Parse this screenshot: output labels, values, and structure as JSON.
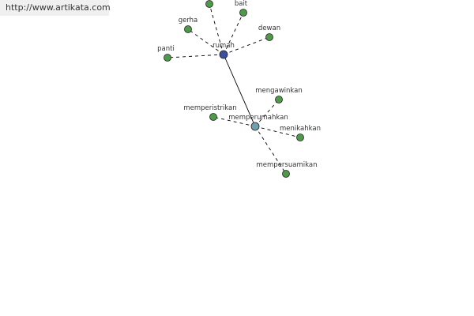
{
  "site": {
    "url": "http://www.artikata.com"
  },
  "graph": {
    "colors": {
      "hub_primary": "#3b4f9e",
      "hub_secondary": "#6fa0ad",
      "leaf": "#4f9a4a",
      "node_stroke": "#222222",
      "edge": "#000000",
      "label": "#333333"
    },
    "nodes": [
      {
        "id": "rumah",
        "label": "rumah",
        "kind": "hub_primary"
      },
      {
        "id": "memperumahkan",
        "label": "memperumahkan",
        "kind": "hub_secondary"
      },
      {
        "id": "top",
        "label": "",
        "kind": "leaf"
      },
      {
        "id": "bait",
        "label": "bait",
        "kind": "leaf"
      },
      {
        "id": "gerha",
        "label": "gerha",
        "kind": "leaf"
      },
      {
        "id": "dewan",
        "label": "dewan",
        "kind": "leaf"
      },
      {
        "id": "panti",
        "label": "panti",
        "kind": "leaf"
      },
      {
        "id": "mengawinkan",
        "label": "mengawinkan",
        "kind": "leaf"
      },
      {
        "id": "memperistrikan",
        "label": "memperistrikan",
        "kind": "leaf"
      },
      {
        "id": "menikahkan",
        "label": "menikahkan",
        "kind": "leaf"
      },
      {
        "id": "mempersuamikan",
        "label": "mempersuamikan",
        "kind": "leaf"
      }
    ],
    "edges": [
      {
        "from": "rumah",
        "to": "memperumahkan",
        "style": "solid"
      },
      {
        "from": "rumah",
        "to": "top",
        "style": "dashed"
      },
      {
        "from": "rumah",
        "to": "bait",
        "style": "dashed"
      },
      {
        "from": "rumah",
        "to": "gerha",
        "style": "dashed"
      },
      {
        "from": "rumah",
        "to": "dewan",
        "style": "dashed"
      },
      {
        "from": "rumah",
        "to": "panti",
        "style": "dashed"
      },
      {
        "from": "memperumahkan",
        "to": "mengawinkan",
        "style": "dashed"
      },
      {
        "from": "memperumahkan",
        "to": "memperistrikan",
        "style": "dashed"
      },
      {
        "from": "memperumahkan",
        "to": "menikahkan",
        "style": "dashed"
      },
      {
        "from": "memperumahkan",
        "to": "mempersuamikan",
        "style": "dashed"
      }
    ]
  }
}
